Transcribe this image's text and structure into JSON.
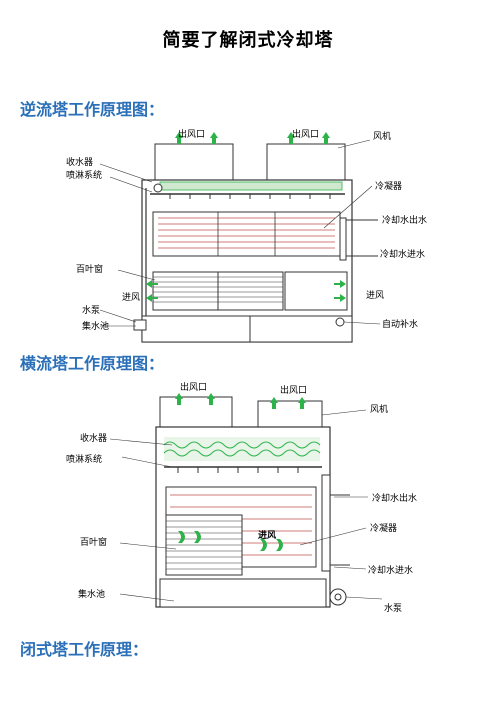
{
  "title": "简要了解闭式冷却塔",
  "sections": {
    "counterflow": "逆流塔工作原理图：",
    "crossflow": "横流塔工作原理图：",
    "principle": "闭式塔工作原理："
  },
  "diagram1": {
    "outlet_left": "出风口",
    "outlet_right": "出风口",
    "fan": "风机",
    "eliminator": "收水器",
    "spray": "喷淋系统",
    "condenser": "冷凝器",
    "water_out": "冷却水出水",
    "water_in": "冷却水进水",
    "louver": "百叶窗",
    "inlet_left": "进风",
    "inlet_right": "进风",
    "pump": "水泵",
    "basin": "集水池",
    "makeup": "自动补水"
  },
  "diagram2": {
    "outlet_left": "出风口",
    "outlet_right": "出风口",
    "fan": "风机",
    "eliminator": "收水器",
    "spray": "喷淋系统",
    "water_out": "冷却水出水",
    "louver": "百叶窗",
    "inlet": "进风",
    "condenser": "冷凝器",
    "water_in": "冷却水进水",
    "basin": "集水池",
    "pump": "水泵"
  },
  "colors": {
    "section_blue": "#2a6fb8",
    "arrow_green": "#2db34a",
    "pipe_red": "#c0504d",
    "frame": "#333333"
  }
}
